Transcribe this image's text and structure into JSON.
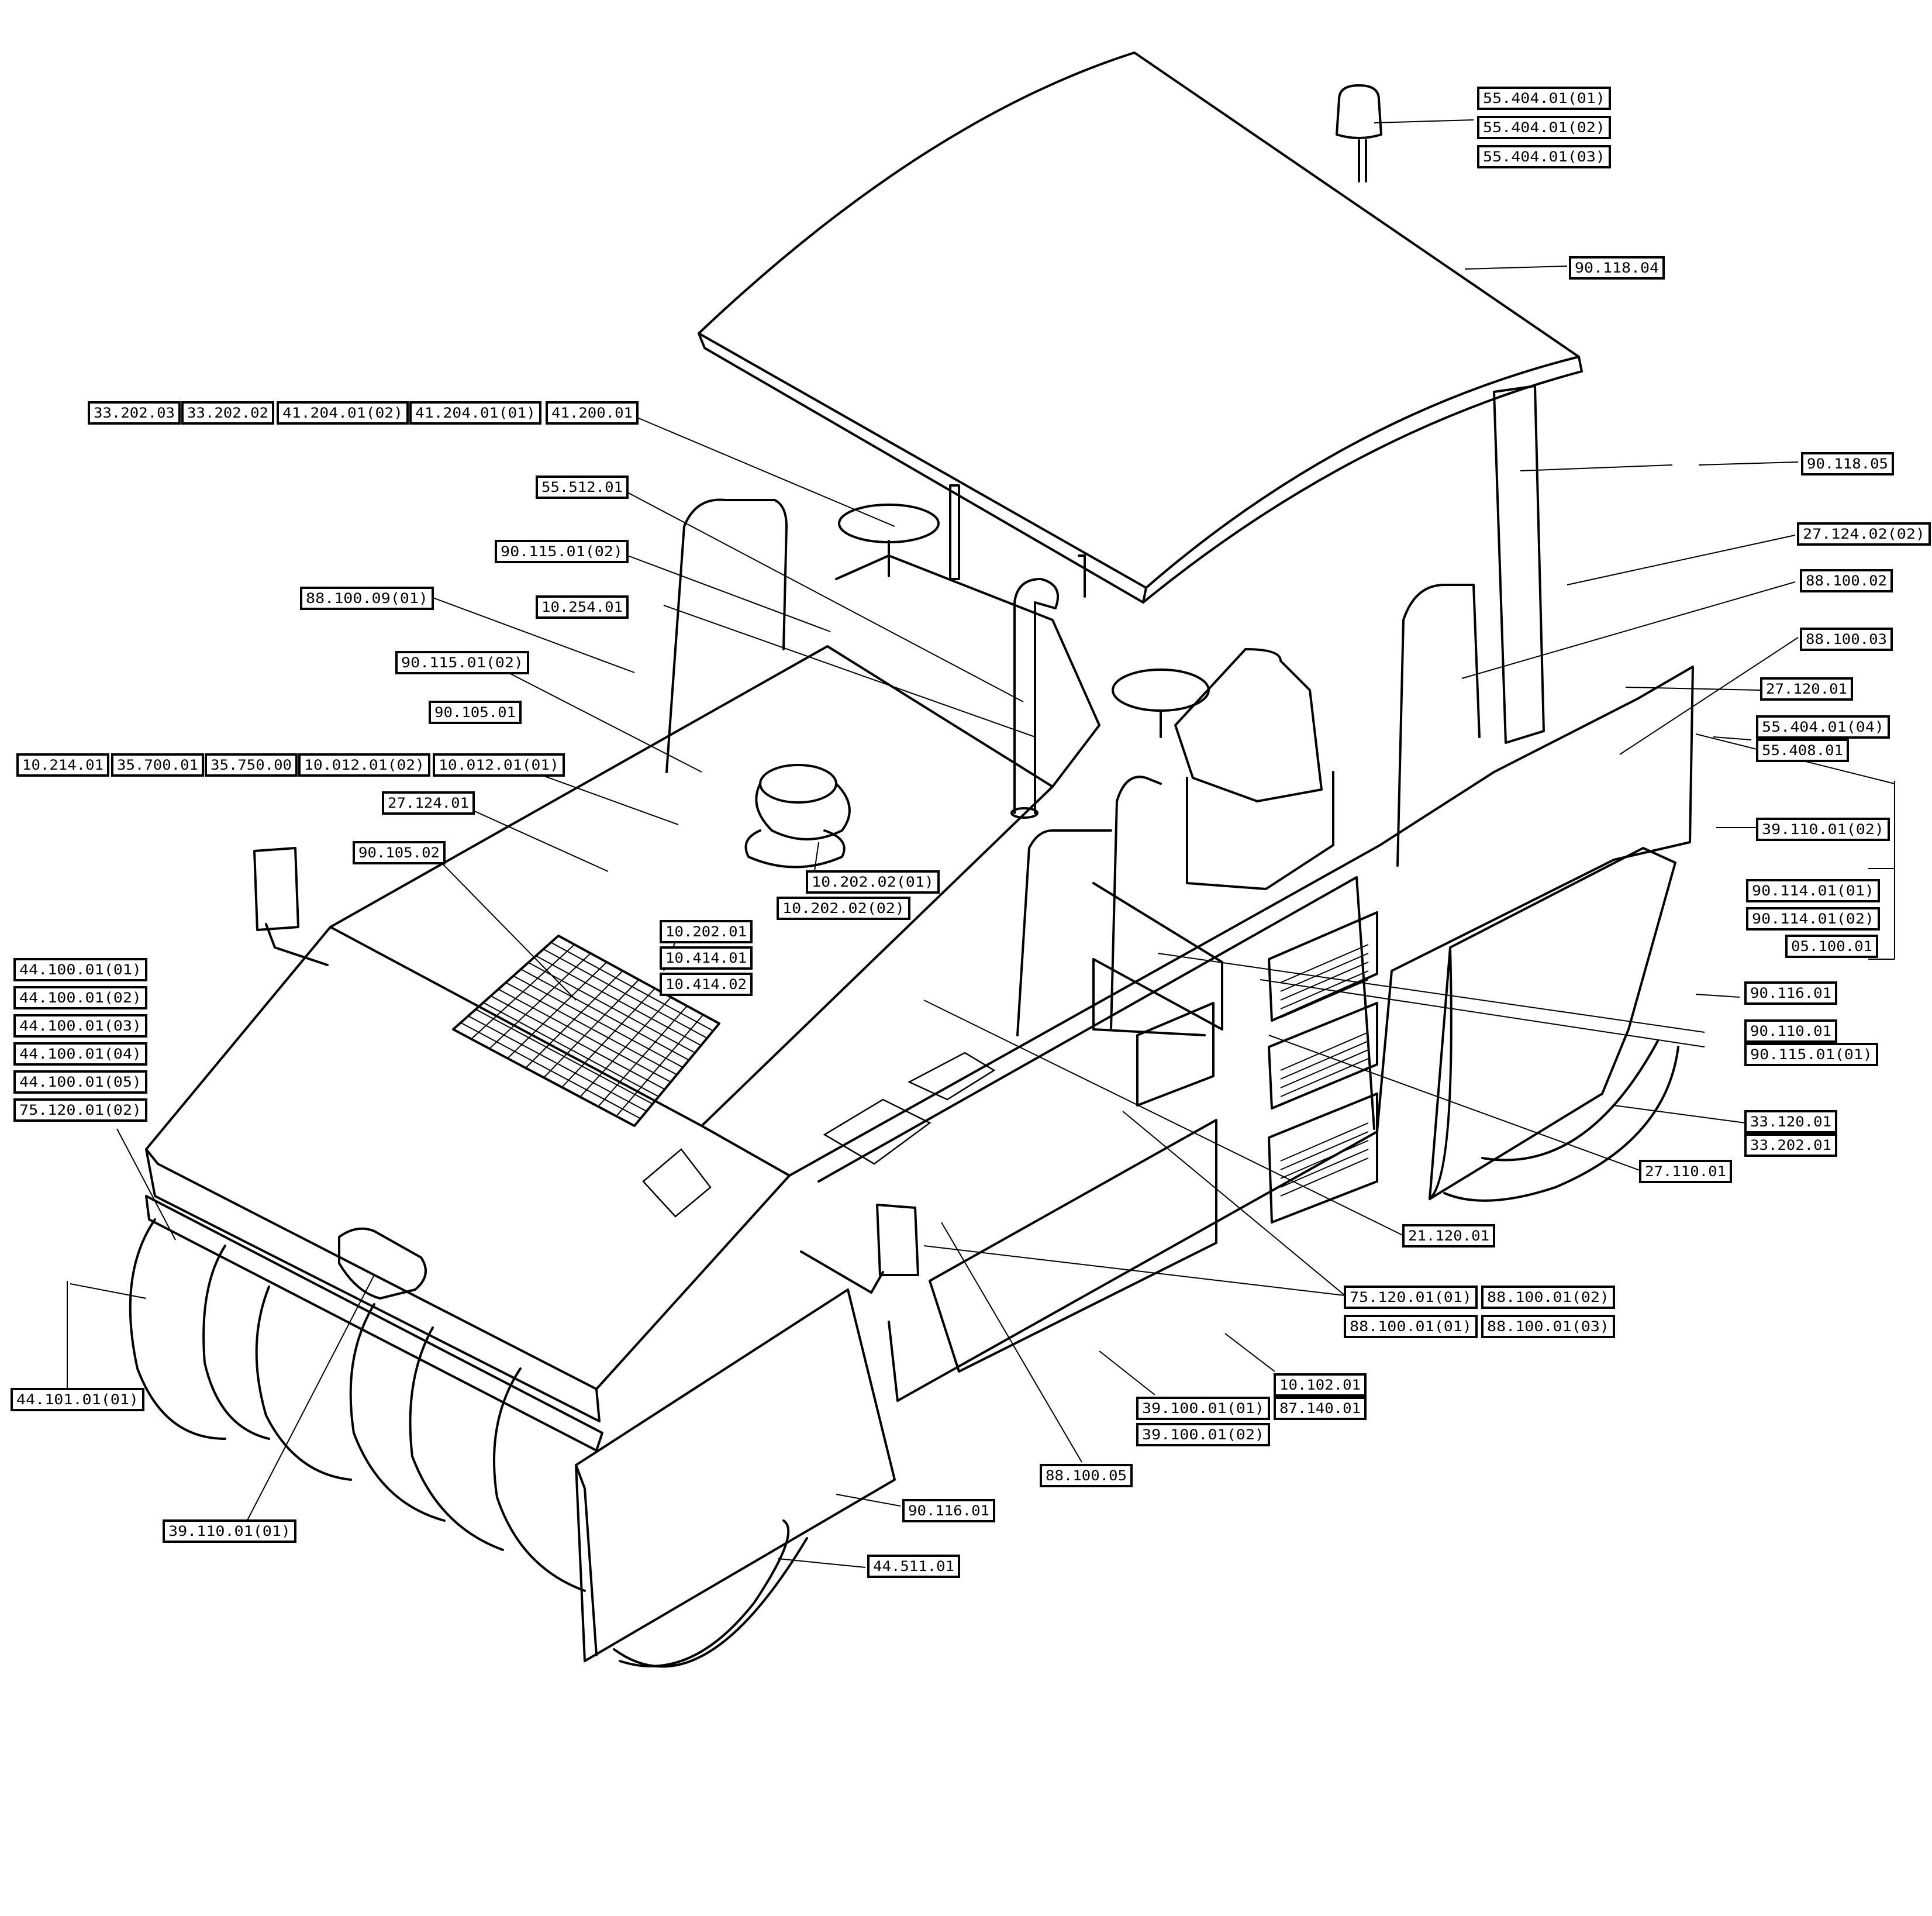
{
  "diagram": {
    "subject": "",
    "labels": [
      {
        "id": "a1",
        "text": "55.404.01(01)"
      },
      {
        "id": "a2",
        "text": "55.404.01(02)"
      },
      {
        "id": "a3",
        "text": "55.404.01(03)"
      },
      {
        "id": "a4",
        "text": "90.118.04"
      },
      {
        "id": "a5",
        "text": "33.202.03"
      },
      {
        "id": "a6",
        "text": "33.202.02"
      },
      {
        "id": "a7",
        "text": "41.204.01(02)"
      },
      {
        "id": "a8",
        "text": "41.204.01(01)"
      },
      {
        "id": "a9",
        "text": "41.200.01"
      },
      {
        "id": "a10",
        "text": "90.118.05"
      },
      {
        "id": "a11",
        "text": "55.512.01"
      },
      {
        "id": "a12",
        "text": "27.124.02(02)"
      },
      {
        "id": "a13",
        "text": "90.115.01(02)"
      },
      {
        "id": "a14",
        "text": "88.100.02"
      },
      {
        "id": "a15",
        "text": "88.100.09(01)"
      },
      {
        "id": "a16",
        "text": "10.254.01"
      },
      {
        "id": "a17",
        "text": "88.100.03"
      },
      {
        "id": "a18",
        "text": "90.115.01(02)"
      },
      {
        "id": "a19",
        "text": "27.120.01"
      },
      {
        "id": "a20",
        "text": "90.105.01"
      },
      {
        "id": "a21",
        "text": "55.404.01(04)"
      },
      {
        "id": "a22",
        "text": "55.408.01"
      },
      {
        "id": "a23",
        "text": "10.214.01"
      },
      {
        "id": "a24",
        "text": "35.700.01"
      },
      {
        "id": "a25",
        "text": "35.750.00"
      },
      {
        "id": "a26",
        "text": "10.012.01(02)"
      },
      {
        "id": "a27",
        "text": "10.012.01(01)"
      },
      {
        "id": "a28",
        "text": "27.124.01"
      },
      {
        "id": "a29",
        "text": "39.110.01(02)"
      },
      {
        "id": "a30",
        "text": "90.105.02"
      },
      {
        "id": "a31",
        "text": "10.202.02(01)"
      },
      {
        "id": "a32",
        "text": "10.202.02(02)"
      },
      {
        "id": "a33",
        "text": "90.114.01(01)"
      },
      {
        "id": "a34",
        "text": "90.114.01(02)"
      },
      {
        "id": "a35",
        "text": "05.100.01"
      },
      {
        "id": "a36",
        "text": "10.202.01"
      },
      {
        "id": "a37",
        "text": "10.414.01"
      },
      {
        "id": "a38",
        "text": "10.414.02"
      },
      {
        "id": "a39",
        "text": "44.100.01(01)"
      },
      {
        "id": "a40",
        "text": "44.100.01(02)"
      },
      {
        "id": "a41",
        "text": "44.100.01(03)"
      },
      {
        "id": "a42",
        "text": "44.100.01(04)"
      },
      {
        "id": "a43",
        "text": "44.100.01(05)"
      },
      {
        "id": "a44",
        "text": "75.120.01(02)"
      },
      {
        "id": "a45",
        "text": "90.116.01"
      },
      {
        "id": "a46",
        "text": "90.110.01"
      },
      {
        "id": "a47",
        "text": "90.115.01(01)"
      },
      {
        "id": "a48",
        "text": "33.120.01"
      },
      {
        "id": "a49",
        "text": "33.202.01"
      },
      {
        "id": "a50",
        "text": "27.110.01"
      },
      {
        "id": "a51",
        "text": "21.120.01"
      },
      {
        "id": "a52",
        "text": "75.120.01(01)"
      },
      {
        "id": "a53",
        "text": "88.100.01(02)"
      },
      {
        "id": "a54",
        "text": "88.100.01(01)"
      },
      {
        "id": "a55",
        "text": "88.100.01(03)"
      },
      {
        "id": "a56",
        "text": "10.102.01"
      },
      {
        "id": "a57",
        "text": "39.100.01(01)"
      },
      {
        "id": "a58",
        "text": "87.140.01"
      },
      {
        "id": "a59",
        "text": "39.100.01(02)"
      },
      {
        "id": "a60",
        "text": "44.101.01(01)"
      },
      {
        "id": "a61",
        "text": "88.100.05"
      },
      {
        "id": "a62",
        "text": "90.116.01"
      },
      {
        "id": "a63",
        "text": "39.110.01(01)"
      },
      {
        "id": "a64",
        "text": "44.511.01"
      }
    ]
  }
}
